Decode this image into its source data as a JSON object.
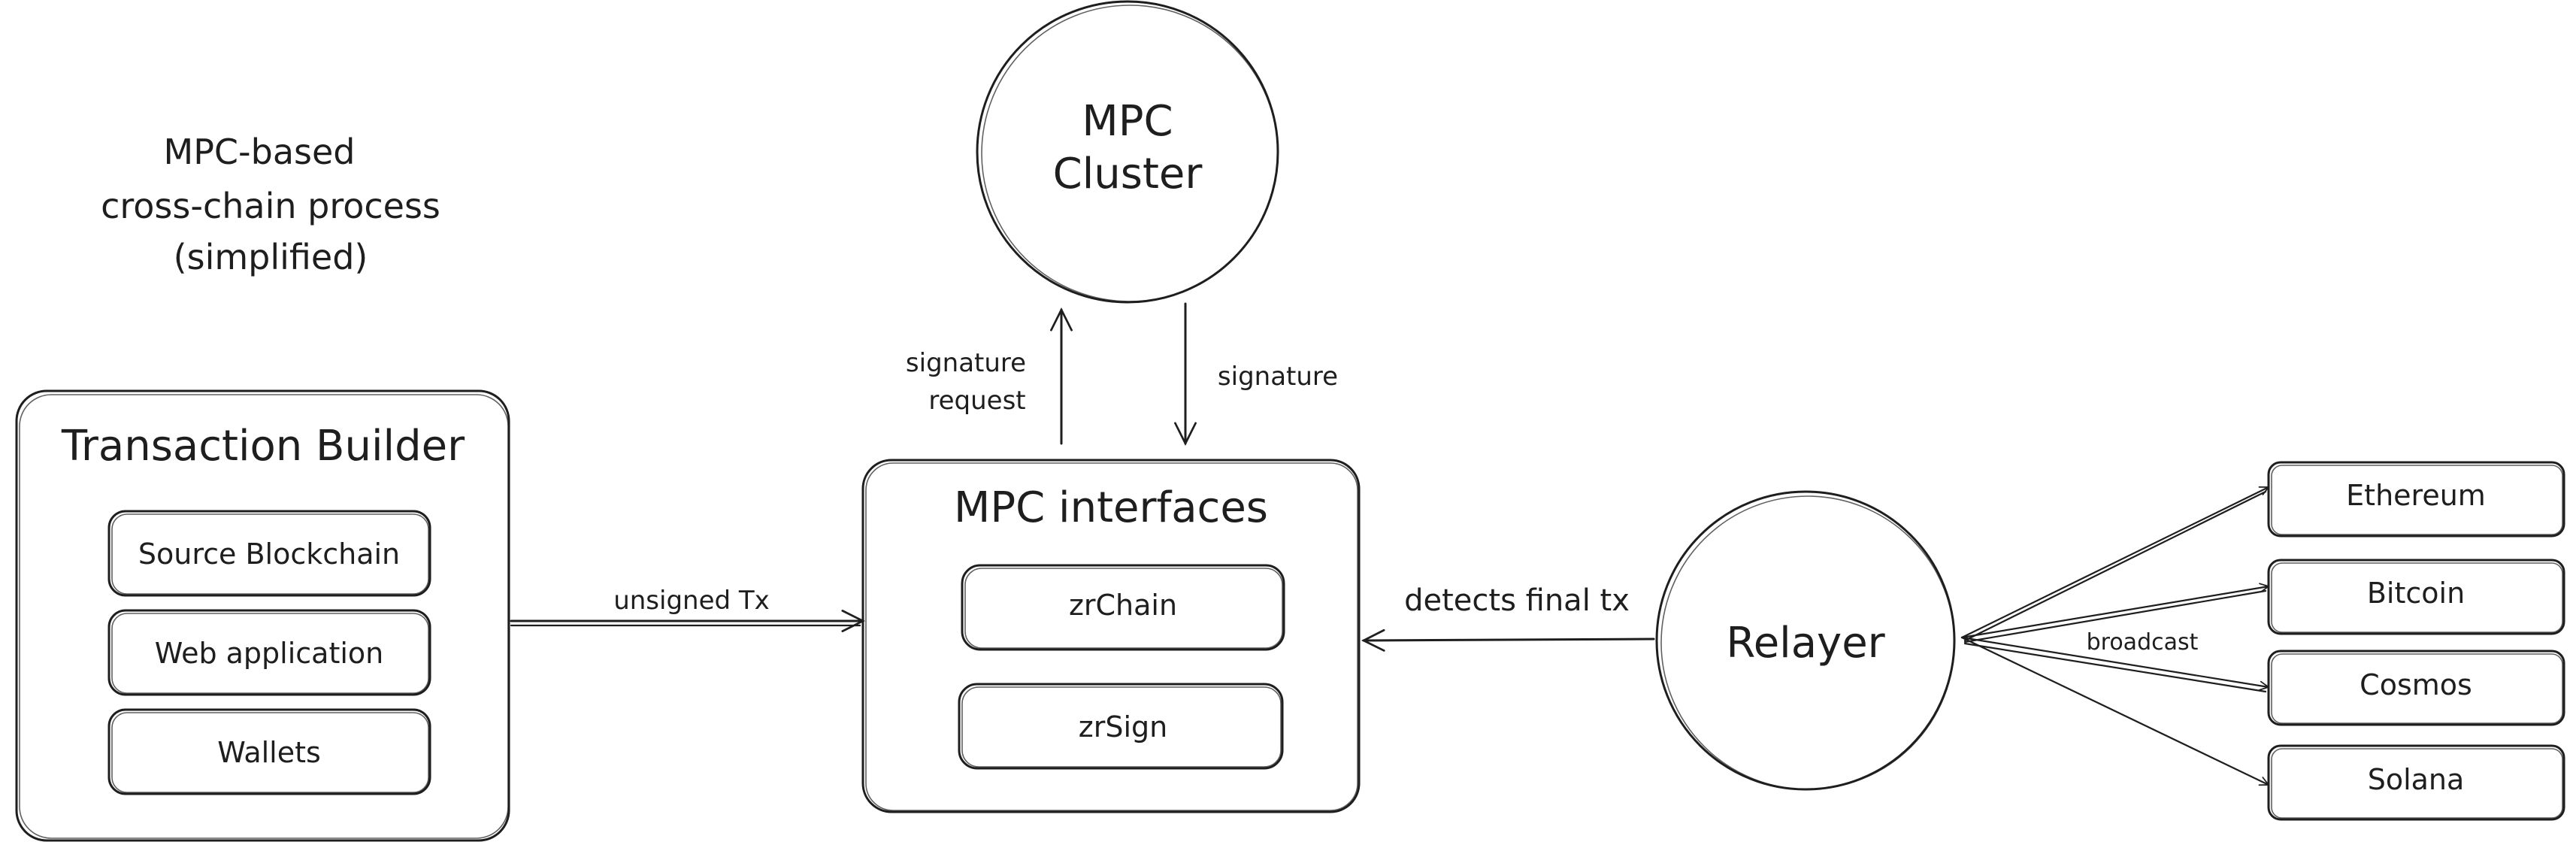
{
  "title": {
    "line1": "MPC-based",
    "line2": "cross-chain process",
    "line3": "(simplified)"
  },
  "transaction_builder": {
    "title": "Transaction Builder",
    "items": [
      "Source Blockchain",
      "Web application",
      "Wallets"
    ]
  },
  "mpc_cluster": {
    "line1": "MPC",
    "line2": "Cluster"
  },
  "mpc_interfaces": {
    "title": "MPC interfaces",
    "items": [
      "zrChain",
      "zrSign"
    ]
  },
  "relayer": {
    "label": "Relayer"
  },
  "edges": {
    "unsigned_tx": "unsigned Tx",
    "signature_request_line1": "signature",
    "signature_request_line2": "request",
    "signature": "signature",
    "detects_final_tx": "detects final tx",
    "broadcast": "broadcast"
  },
  "chains": [
    "Ethereum",
    "Bitcoin",
    "Cosmos",
    "Solana"
  ]
}
